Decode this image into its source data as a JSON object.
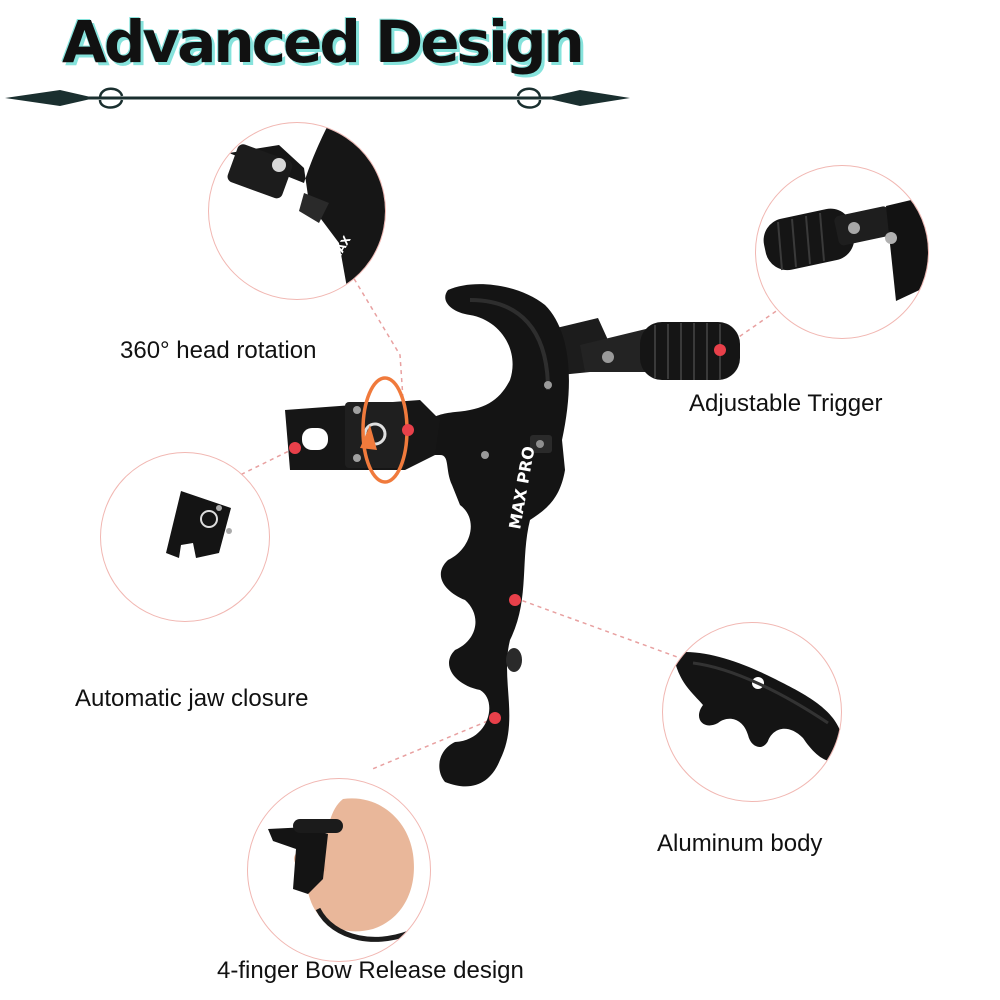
{
  "title": "Advanced Design",
  "features": {
    "head_rotation": "360° head rotation",
    "adjustable_trigger": "Adjustable Trigger",
    "jaw_closure": "Automatic jaw closure",
    "aluminum_body": "Aluminum body",
    "four_finger": "4-finger Bow Release design"
  },
  "brand_mark": "MAX PRO",
  "colors": {
    "accent_teal": "#86e3dc",
    "ornament": "#1a2f2f",
    "dot_red": "#e8404a",
    "connector": "#e8a0a0",
    "product_black": "#141414"
  },
  "icons": [
    "ornament-divider-icon",
    "rotation-arrow-icon"
  ]
}
